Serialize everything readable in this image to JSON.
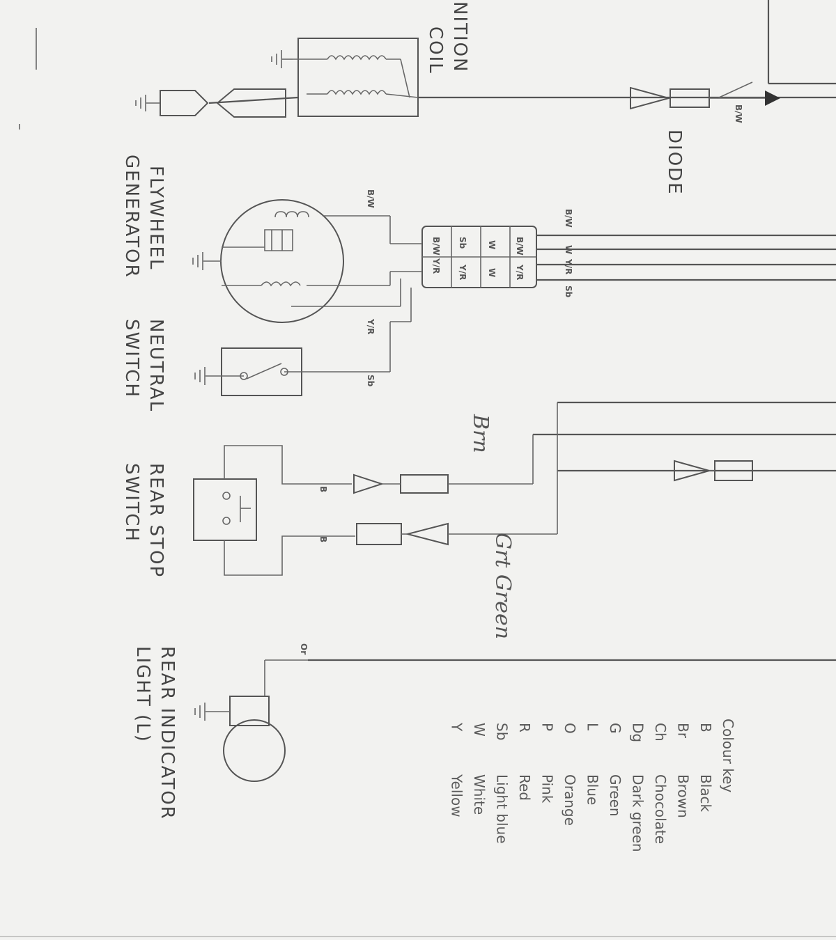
{
  "components": {
    "ignition_coil": [
      "NITION",
      "COIL"
    ],
    "diode": "DIODE",
    "flywheel_generator": [
      "FLYWHEEL",
      "GENERATOR"
    ],
    "neutral_switch": [
      "NEUTRAL",
      "SWITCH"
    ],
    "rear_stop_switch": [
      "REAR STOP",
      "SWITCH"
    ],
    "rear_indicator_light": [
      "REAR INDICATOR",
      "LIGHT (L)"
    ]
  },
  "wire_labels": {
    "diode_wire": "B/W",
    "flywheel_top": "B/W",
    "flywheel_bottom": "Y/R",
    "neutral": "Sb",
    "stop_top": "B",
    "stop_bottom": "B",
    "indicator": "Or",
    "connector_top_1": "B/W",
    "connector_top_2": "W",
    "connector_top_3": "Y/R",
    "connector_top_4": "Sb",
    "connector_bottom": "B/W Y/R",
    "plug_cells": [
      "B/W",
      "W",
      "Y/R",
      "Sb",
      "W",
      "Y/R"
    ]
  },
  "handwritten": {
    "brown": "Brn",
    "green": "Grt Green"
  },
  "colour_key": {
    "title": "Colour key",
    "entries": [
      {
        "code": "B",
        "name": "Black"
      },
      {
        "code": "Br",
        "name": "Brown"
      },
      {
        "code": "Ch",
        "name": "Chocolate"
      },
      {
        "code": "Dg",
        "name": "Dark green"
      },
      {
        "code": "G",
        "name": "Green"
      },
      {
        "code": "L",
        "name": "Blue"
      },
      {
        "code": "O",
        "name": "Orange"
      },
      {
        "code": "P",
        "name": "Pink"
      },
      {
        "code": "R",
        "name": "Red"
      },
      {
        "code": "Sb",
        "name": "Light blue"
      },
      {
        "code": "W",
        "name": "White"
      },
      {
        "code": "Y",
        "name": "Yellow"
      }
    ]
  }
}
